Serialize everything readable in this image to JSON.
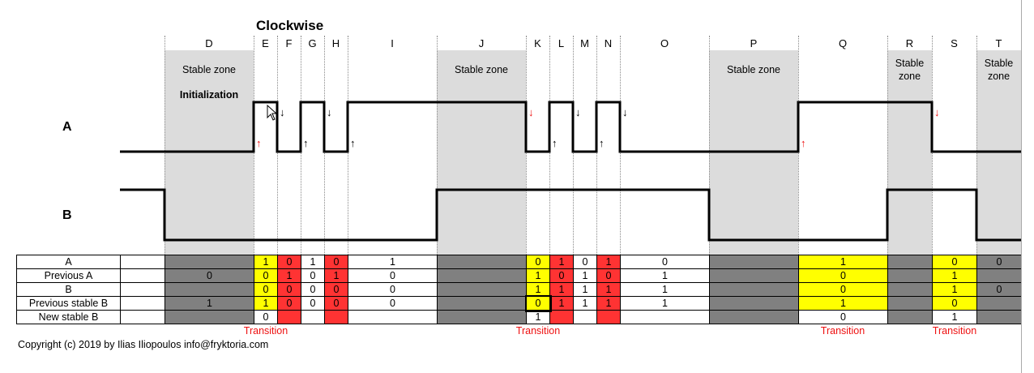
{
  "title": "Clockwise",
  "columns": [
    "D",
    "E",
    "F",
    "G",
    "H",
    "I",
    "J",
    "K",
    "L",
    "M",
    "N",
    "O",
    "P",
    "Q",
    "R",
    "S",
    "T"
  ],
  "zone_label": "Stable zone",
  "zone_label_split": [
    "Stable",
    "zone"
  ],
  "init_label": "Initialization",
  "signals": {
    "a": "A",
    "b": "B"
  },
  "waveforms": {
    "A_levels": [
      0,
      1,
      0,
      1,
      0,
      1,
      1,
      0,
      1,
      0,
      1,
      0,
      0,
      1,
      1,
      0,
      0
    ],
    "B_levels": [
      0,
      0,
      0,
      0,
      0,
      0,
      1,
      1,
      1,
      1,
      1,
      1,
      0,
      0,
      1,
      1,
      0
    ],
    "B_before": 1,
    "A_before": 0
  },
  "arrows": {
    "up": "↑",
    "down": "↓",
    "colors": {
      "red": "#ee1111",
      "black": "#000000"
    }
  },
  "table": {
    "row_labels": [
      "A",
      "Previous A",
      "B",
      "Previous stable B",
      "New stable B"
    ],
    "cells": {
      "D": [
        "",
        "0",
        "",
        "1",
        ""
      ],
      "E": [
        "1",
        "0",
        "0",
        "1",
        "0"
      ],
      "F": [
        "0",
        "1",
        "0",
        "0",
        ""
      ],
      "G": [
        "1",
        "0",
        "0",
        "0",
        ""
      ],
      "H": [
        "0",
        "1",
        "0",
        "0",
        ""
      ],
      "I": [
        "1",
        "0",
        "0",
        "0",
        ""
      ],
      "J": [
        "",
        "",
        "",
        "",
        ""
      ],
      "K": [
        "0",
        "1",
        "1",
        "0",
        "1"
      ],
      "L": [
        "1",
        "0",
        "1",
        "1",
        ""
      ],
      "M": [
        "0",
        "1",
        "1",
        "1",
        ""
      ],
      "N": [
        "1",
        "0",
        "1",
        "1",
        ""
      ],
      "O": [
        "0",
        "1",
        "1",
        "1",
        ""
      ],
      "P": [
        "",
        "",
        "",
        "",
        ""
      ],
      "Q": [
        "1",
        "0",
        "0",
        "1",
        "0"
      ],
      "R": [
        "",
        "",
        "",
        "",
        ""
      ],
      "S": [
        "0",
        "1",
        "1",
        "0",
        "1"
      ],
      "T": [
        "0",
        "",
        "0",
        "",
        ""
      ]
    }
  },
  "transition_label": "Transition",
  "copyright": "Copyright (c) 2019 by Ilias Iliopoulos info@fryktoria.com",
  "colors": {
    "zone": "#dcdcdc",
    "dark_cell": "#808080",
    "yellow": "#ffff00",
    "red": "#ff3333",
    "transition_text": "#ee1111"
  }
}
